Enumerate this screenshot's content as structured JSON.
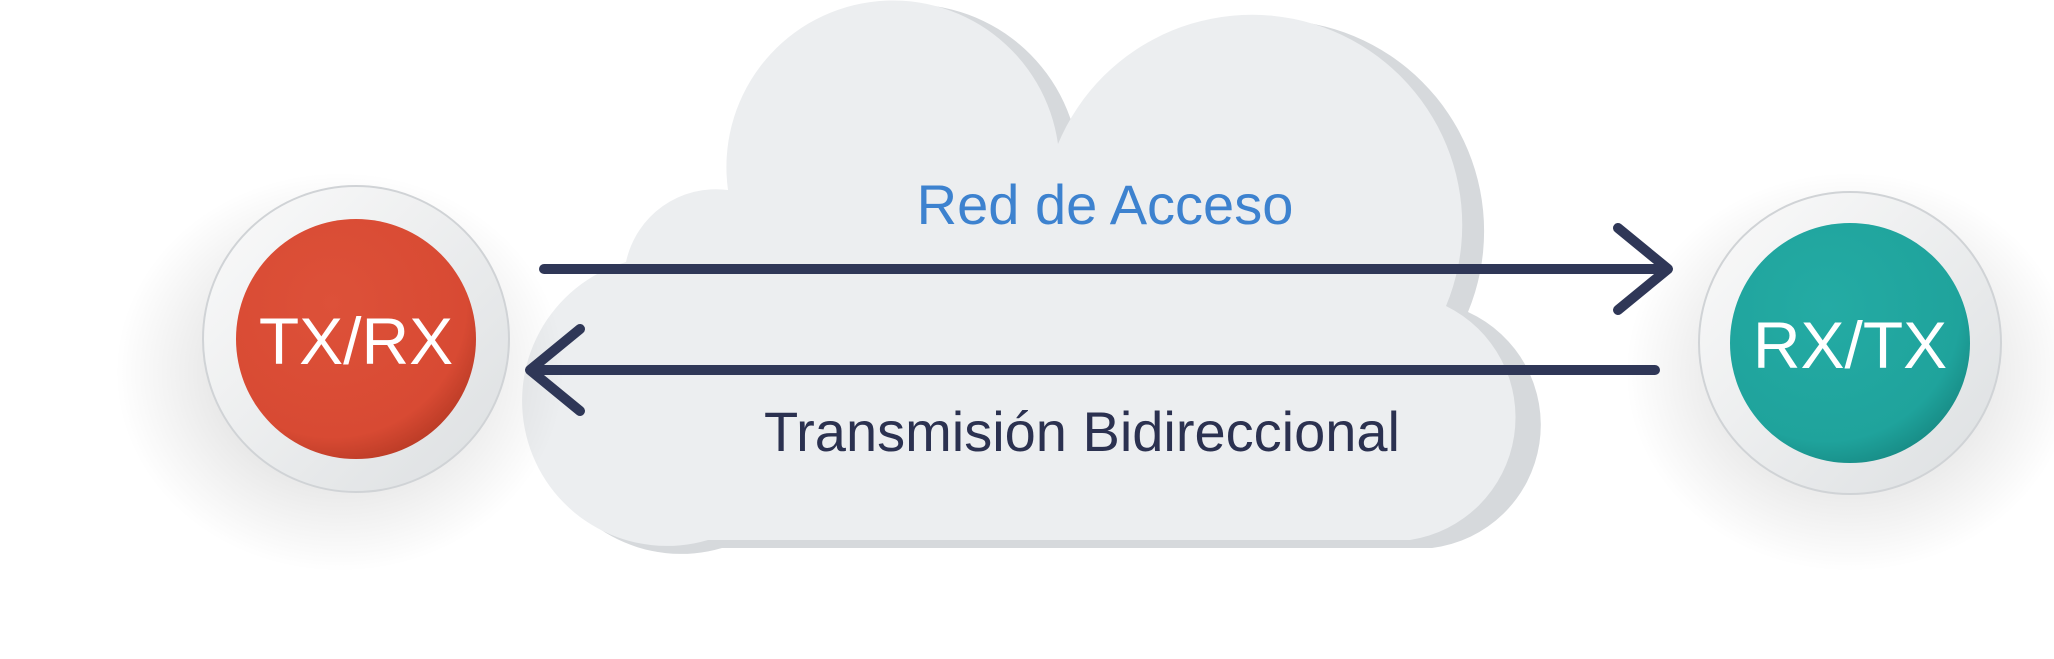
{
  "nodes": {
    "left": {
      "label": "TX/RX",
      "color": "#d84a33"
    },
    "right": {
      "label": "RX/TX",
      "color": "#1fa39c"
    }
  },
  "cloud": {
    "title": "Red de Acceso",
    "title_color": "#3d82cf",
    "subtitle": "Transmisión Bidireccional",
    "subtitle_color": "#2b3150",
    "fill": "#eceef0"
  },
  "arrows": {
    "color": "#2f3757"
  }
}
